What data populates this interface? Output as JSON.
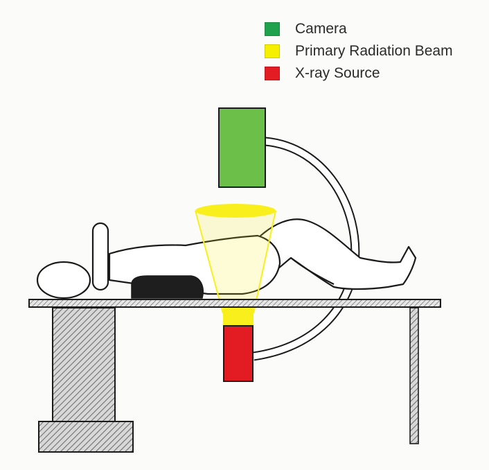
{
  "legend": {
    "items": [
      {
        "label": "Camera",
        "color": "#1fa24e"
      },
      {
        "label": "Primary Radiation Beam",
        "color": "#f6ef00"
      },
      {
        "label": "X-ray Source",
        "color": "#e31b23"
      }
    ]
  },
  "colors": {
    "camera": "#6cc04a",
    "beam": "#f8ef1c",
    "source": "#e31b23",
    "outline": "#1a1a1a",
    "patient_fill": "#ffffff",
    "support_pad": "#1e1e1e",
    "hatch": "#8a8a8a"
  }
}
